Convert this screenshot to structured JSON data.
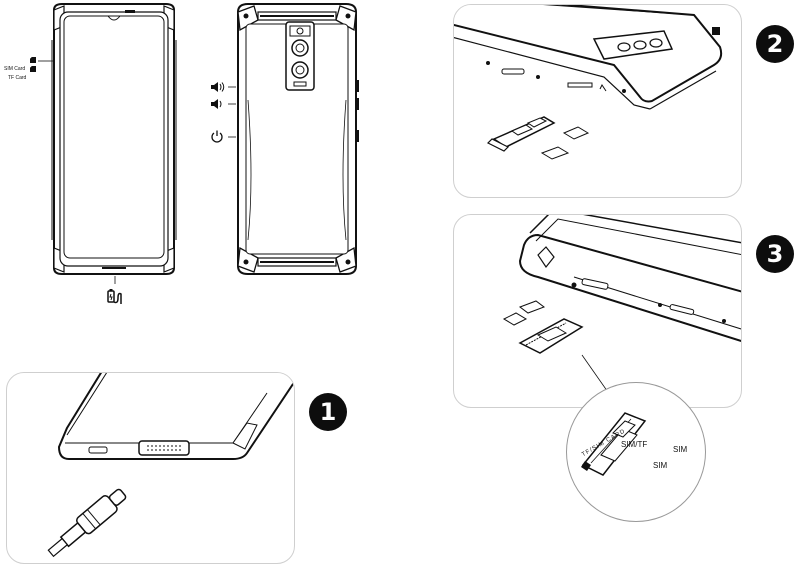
{
  "labels": {
    "sim_card": "SIM Card",
    "tf_card": "TF Card",
    "tray_engraving": "TF/SIM CARD",
    "slot_sim_tf": "SIM/TF",
    "slot_sim_right": "SIM",
    "slot_sim_bottom": "SIM"
  },
  "steps": [
    "1",
    "2",
    "3"
  ],
  "icons": {
    "sim_slot": "sim-card-icon",
    "tf_slot": "tf-card-icon",
    "volume_up": "volume-up-icon",
    "volume_down": "volume-down-icon",
    "power": "power-icon",
    "charging_port": "charging-port-icon"
  }
}
